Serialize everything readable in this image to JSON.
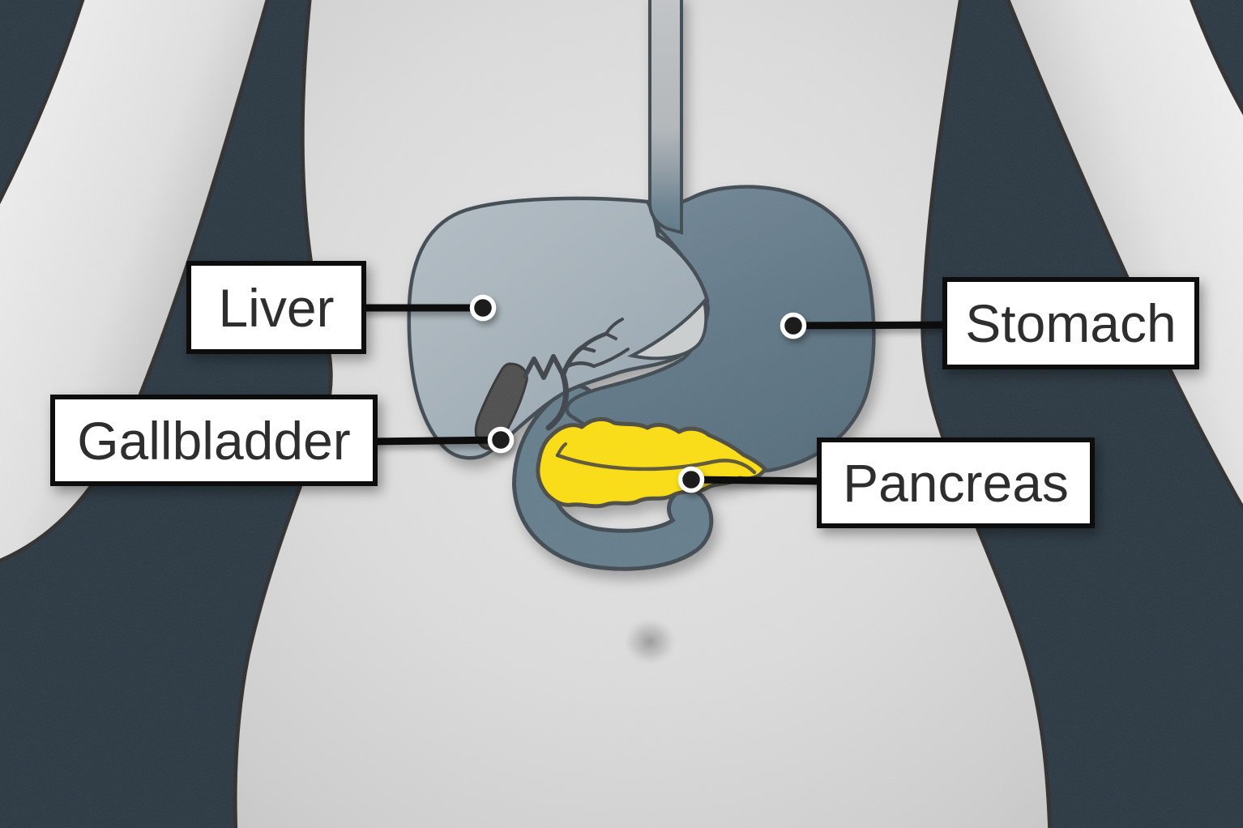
{
  "diagram": {
    "subject": "Abdominal digestive organs diagram on human torso",
    "labels": {
      "liver": "Liver",
      "stomach": "Stomach",
      "gallbladder": "Gallbladder",
      "pancreas": "Pancreas"
    },
    "colors": {
      "background": "#26343f",
      "skin": "#dcdcdc",
      "liver": "#a6b2ba",
      "stomach": "#5e7787",
      "duodenum": "#647c8b",
      "pancreas": "#ffe008",
      "gallbladder": "#4b4b4b",
      "organ_outline": "#3d4750",
      "connector": "#101010",
      "marker_dot": "#1e1b1b",
      "marker_ring": "#ffffff",
      "label_background": "#ffffff",
      "label_border": "#0d0d0d",
      "label_text": "#2e2e2e"
    }
  }
}
